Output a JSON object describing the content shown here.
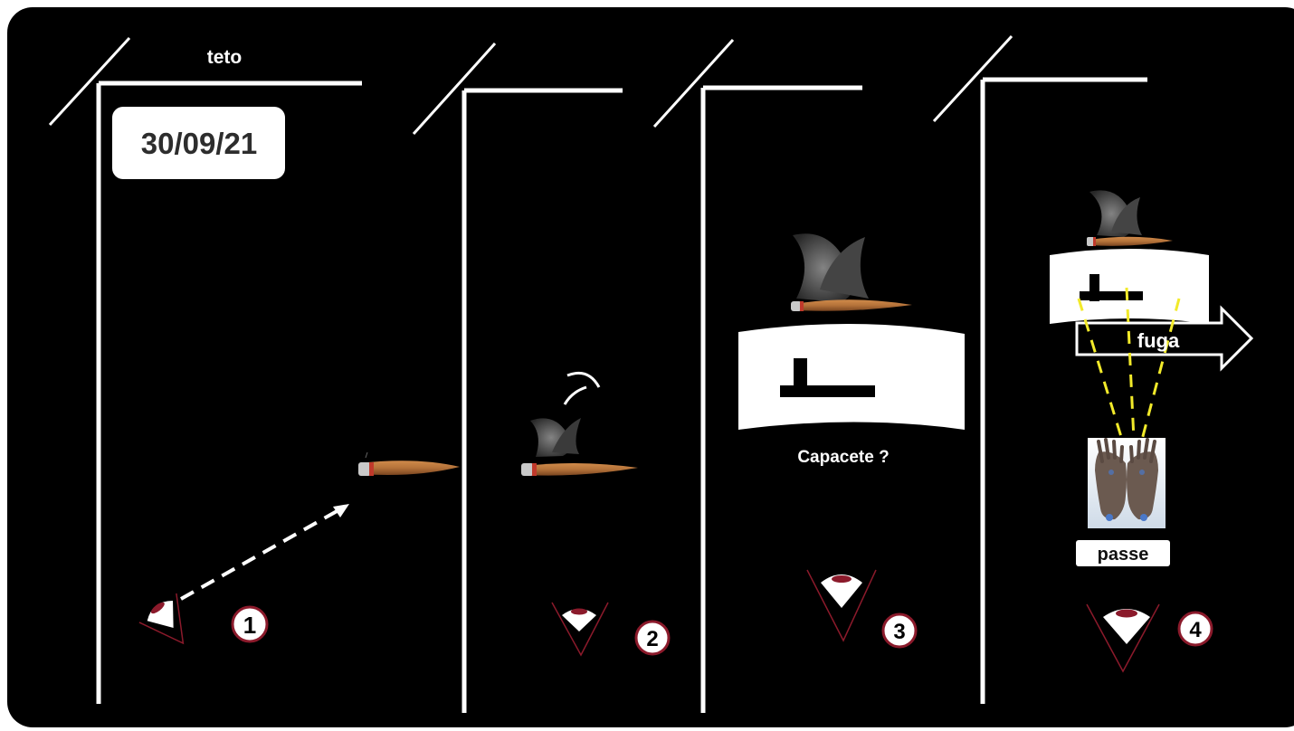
{
  "colors": {
    "background": "#000000",
    "line": "#ffffff",
    "eye_outline": "#8b1a2b",
    "badge_border": "#8b1a2b",
    "dashed_rays": "#f2ea2a",
    "cigar_body": "#b5733a",
    "cigar_band": "#c0392b",
    "smoke": "#5a5a5a"
  },
  "labels": {
    "ceiling": "teto",
    "date": "30/09/21",
    "helmet_question": "Capacete ?",
    "escape": "fuga",
    "pass": "passe"
  },
  "steps": [
    "1",
    "2",
    "3",
    "4"
  ],
  "icons": {
    "eye": "eye-viewpoint-icon",
    "cigar": "smoking-cigar-icon",
    "helmet": "helmet-shape-icon",
    "hands": "healing-hands-icon",
    "arrow": "escape-arrow-icon"
  }
}
